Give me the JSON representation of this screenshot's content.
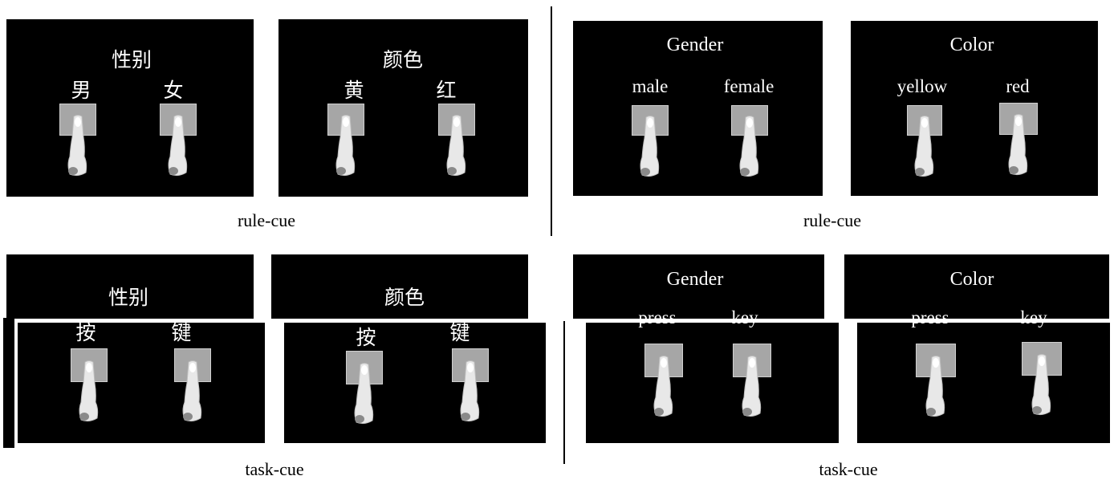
{
  "left": {
    "rule_cue": {
      "caption": "rule-cue",
      "panels": [
        {
          "title": "性别",
          "labels": [
            "男",
            "女"
          ]
        },
        {
          "title": "颜色",
          "labels": [
            "黄",
            "红"
          ]
        }
      ]
    },
    "task_cue": {
      "caption": "task-cue",
      "panels": [
        {
          "title": "性别",
          "labels": [
            "按",
            "键"
          ]
        },
        {
          "title": "颜色",
          "labels": [
            "按",
            "键"
          ]
        }
      ]
    }
  },
  "right": {
    "rule_cue": {
      "caption": "rule-cue",
      "panels": [
        {
          "title": "Gender",
          "labels": [
            "male",
            "female"
          ]
        },
        {
          "title": "Color",
          "labels": [
            "yellow",
            "red"
          ]
        }
      ]
    },
    "task_cue": {
      "caption": "task-cue",
      "panels": [
        {
          "title": "Gender",
          "labels": [
            "press",
            "key"
          ]
        },
        {
          "title": "Color",
          "labels": [
            "press",
            "key"
          ]
        }
      ]
    }
  }
}
